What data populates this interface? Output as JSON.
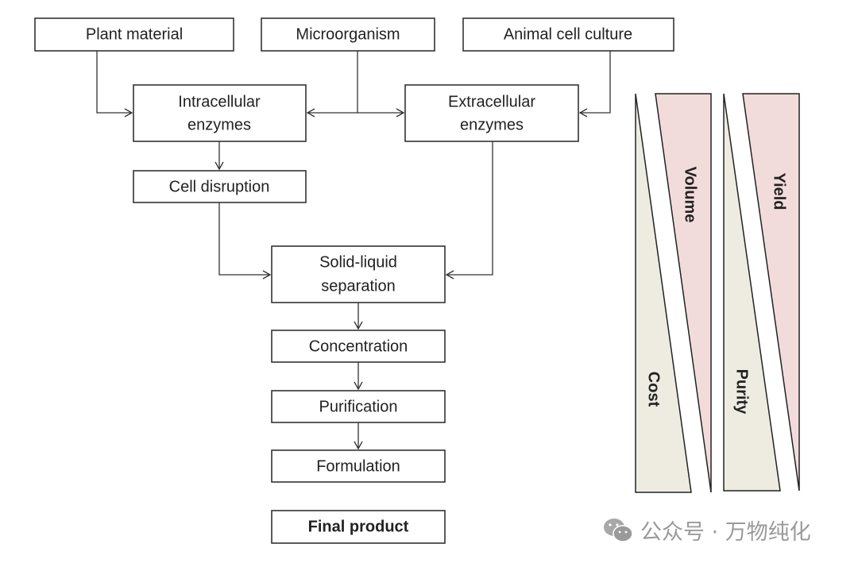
{
  "sources": [
    "Plant material",
    "Microorganism",
    "Animal cell culture"
  ],
  "enzymes": {
    "intracellular": [
      "Intracellular",
      "enzymes"
    ],
    "extracellular": [
      "Extracellular",
      "enzymes"
    ]
  },
  "cell_disruption": "Cell disruption",
  "solid_liquid": [
    "Solid-liquid",
    "separation"
  ],
  "steps": [
    "Concentration",
    "Purification",
    "Formulation"
  ],
  "final_product": "Final product",
  "wedges": {
    "cost": "Cost",
    "volume": "Volume",
    "purity": "Purity",
    "yield": "Yield"
  },
  "colors": {
    "pink": "#f2dcdb",
    "beige": "#eeece1"
  },
  "watermark": {
    "icon": "wechat-icon",
    "text": "公众号 · 万物纯化"
  }
}
